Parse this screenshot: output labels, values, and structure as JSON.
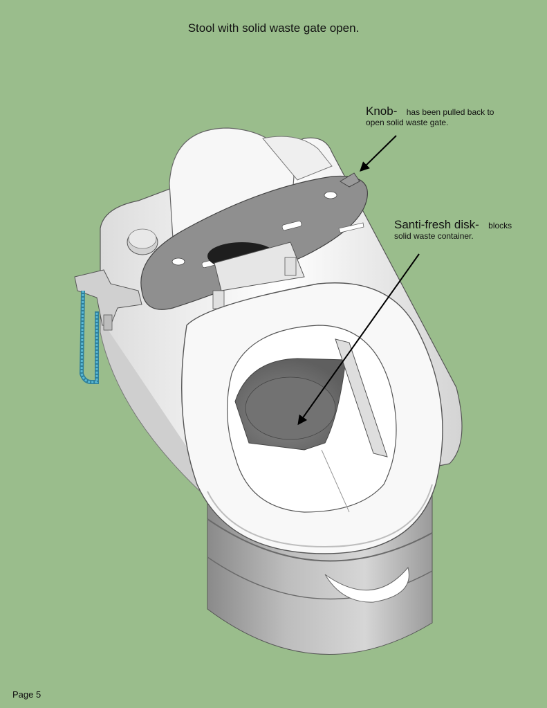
{
  "title": "Stool with solid waste gate open.",
  "callouts": {
    "knob": {
      "heading": "Knob-",
      "text_line1": "has been pulled back to",
      "text_line2": "open solid waste gate."
    },
    "disk": {
      "heading": "Santi-fresh disk-",
      "text_line1": "blocks",
      "text_line2": "solid waste container."
    }
  },
  "footer": {
    "page_label": "Page 5"
  },
  "colors": {
    "background": "#9abd8c",
    "body_white": "#f2f2f2",
    "shadow_gray": "#8c8c8c",
    "lid_gray": "#8f8f8f",
    "bowl_dark": "#6e6e6e",
    "handle_blue": "#5ab9d6"
  }
}
